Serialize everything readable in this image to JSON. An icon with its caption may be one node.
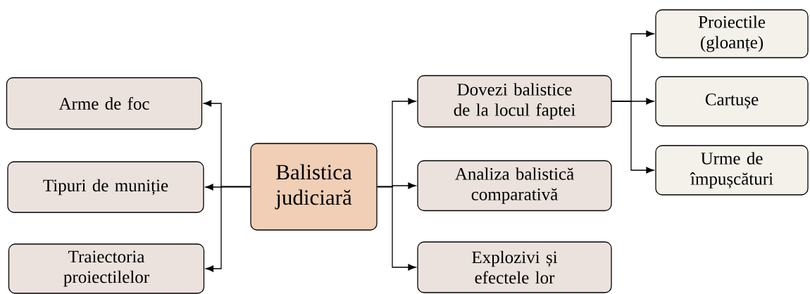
{
  "diagram": {
    "nodes": [
      {
        "text": [
          "Balistica judiciară"
        ]
      },
      {
        "text": [
          "Arme de foc"
        ]
      },
      {
        "text": [
          "Tipuri de muniție"
        ]
      },
      {
        "text": [
          "Traiectoria proiectilelor"
        ]
      },
      {
        "text": [
          "Dovezi balistice de la locul faptei"
        ]
      },
      {
        "text": [
          "Analiza balistică comparativă"
        ]
      },
      {
        "text": [
          "Explozivi și efectele lor"
        ]
      },
      {
        "text": [
          "Proiectile (gloanțe)"
        ]
      },
      {
        "text": [
          "Cartușe"
        ]
      },
      {
        "text": [
          "Urme de împușcături"
        ]
      }
    ],
    "edges": [
      {
        "from": 0,
        "to": 1,
        "arrow": "to"
      },
      {
        "from": 0,
        "to": 2,
        "arrow": "to"
      },
      {
        "from": 0,
        "to": 3,
        "arrow": "to"
      },
      {
        "from": 0,
        "to": 4,
        "arrow": "to"
      },
      {
        "from": 0,
        "to": 5,
        "arrow": "to"
      },
      {
        "from": 0,
        "to": 6,
        "arrow": "to"
      },
      {
        "from": 4,
        "to": 7,
        "arrow": "to"
      },
      {
        "from": 4,
        "to": 8,
        "arrow": "to"
      },
      {
        "from": 4,
        "to": 9,
        "arrow": "to"
      }
    ]
  }
}
